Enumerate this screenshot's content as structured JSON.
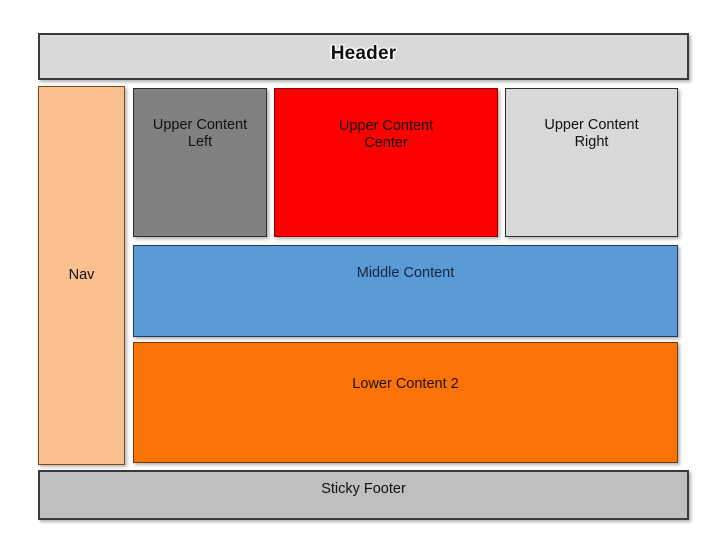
{
  "diagram": {
    "type": "page-layout-wireframe",
    "background_color": "#ffffff",
    "regions": {
      "header": {
        "label": "Header",
        "fill_color": "#d9d9d9",
        "border_color": "#3a3a3a",
        "text_color": "#111111",
        "bold": "true"
      },
      "nav": {
        "label": "Nav",
        "fill_color": "#fac090",
        "border_color": "#7b4a16",
        "text_color": "#111111"
      },
      "upper_left": {
        "label": "Upper Content\nLeft",
        "fill_color": "#808080",
        "border_color": "#2f2f2f",
        "text_color": "#111111"
      },
      "upper_center": {
        "label": "Upper Content\nCenter",
        "fill_color": "#fe0000",
        "border_color": "#8c0000",
        "text_color": "#111111"
      },
      "upper_right": {
        "label": "Upper Content\nRight",
        "fill_color": "#d9d9d9",
        "border_color": "#2f2f2f",
        "text_color": "#111111"
      },
      "middle": {
        "label": "Middle Content",
        "fill_color": "#5b9bd5",
        "border_color": "#1f3864",
        "text_color": "#10254a"
      },
      "lower2": {
        "label": "Lower Content 2",
        "fill_color": "#f97306",
        "border_color": "#7b3a05",
        "text_color": "#241000"
      },
      "footer": {
        "label": "Sticky Footer",
        "fill_color": "#bfbfbf",
        "border_color": "#3a3a3a",
        "text_color": "#111111"
      }
    }
  }
}
